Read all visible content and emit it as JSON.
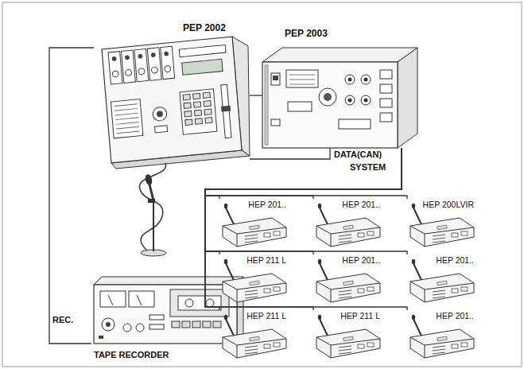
{
  "diagram": {
    "nodes": [
      {
        "text": [
          "PEP 2002"
        ]
      },
      {
        "text": [
          "PEP 2003"
        ]
      },
      {
        "text": [
          "HEP 201.."
        ]
      },
      {
        "text": [
          "HEP 201.."
        ]
      },
      {
        "text": [
          "HEP 200LVIR"
        ]
      },
      {
        "text": [
          "HEP 211 L"
        ]
      },
      {
        "text": [
          "HEP 201.."
        ]
      },
      {
        "text": [
          "HEP 201.."
        ]
      },
      {
        "text": [
          "HEP 211 L"
        ]
      },
      {
        "text": [
          "HEP 211 L"
        ]
      },
      {
        "text": [
          "HEP 201.."
        ]
      },
      {
        "text": [
          "TAPE RECORDER"
        ]
      }
    ],
    "edges": [
      {
        "from": 0,
        "to": 1,
        "arrow": "none"
      },
      {
        "from": 0,
        "to": 1,
        "arrow": "none"
      },
      {
        "from": 1,
        "to": 2,
        "arrow": "none"
      },
      {
        "from": 1,
        "to": 3,
        "arrow": "none"
      },
      {
        "from": 1,
        "to": 4,
        "arrow": "none"
      },
      {
        "from": 1,
        "to": 5,
        "arrow": "none"
      },
      {
        "from": 1,
        "to": 6,
        "arrow": "none"
      },
      {
        "from": 1,
        "to": 7,
        "arrow": "none"
      },
      {
        "from": 1,
        "to": 8,
        "arrow": "none"
      },
      {
        "from": 1,
        "to": 9,
        "arrow": "none"
      },
      {
        "from": 1,
        "to": 10,
        "arrow": "none"
      },
      {
        "from": 0,
        "to": 11,
        "label": "REC.",
        "arrow": "none"
      }
    ],
    "labels": [
      "DATA(CAN)",
      "SYSTEM"
    ]
  }
}
